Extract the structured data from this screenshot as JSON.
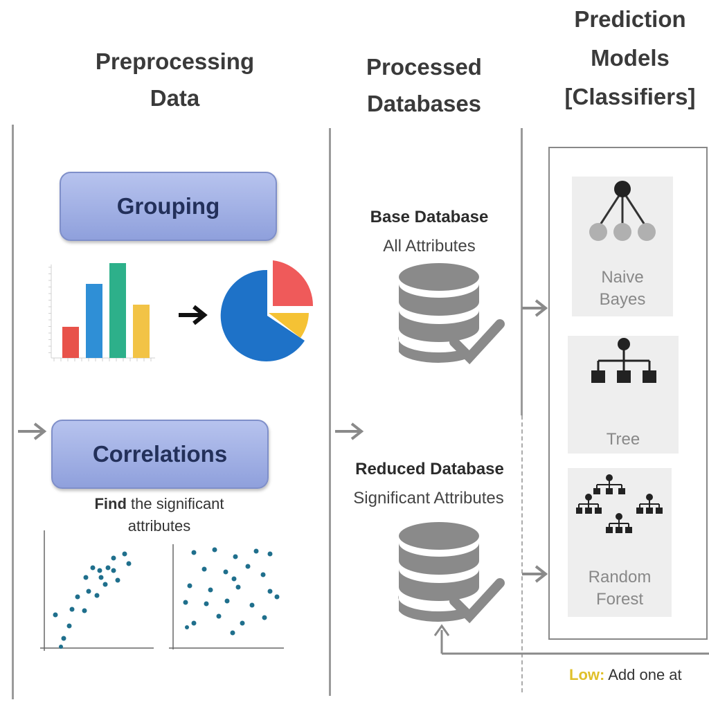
{
  "columns": {
    "preprocessing": "Preprocessing\nData",
    "processed": "Processed\nDatabases",
    "prediction": "Prediction\nModels\n[Classifiers]"
  },
  "preprocessing": {
    "grouping_label": "Grouping",
    "correlations_label": "Correlations",
    "find_bold": "Find",
    "find_rest": " the significant",
    "find_line2": "attributes"
  },
  "databases": {
    "base_title": "Base Database",
    "base_sub": "All Attributes",
    "reduced_title": "Reduced Database",
    "reduced_sub": "Significant Attributes"
  },
  "classifiers": {
    "naive_bayes": "Naive\nBayes",
    "tree": "Tree",
    "random_forest": "Random\nForest"
  },
  "feedback": {
    "low_label": "Low:",
    "low_text": " Add one at"
  },
  "colors": {
    "bar_red": "#e8524a",
    "bar_blue": "#2f8fd6",
    "bar_green": "#2db08a",
    "bar_yellow": "#f2c346",
    "pie_blue": "#1e72c8",
    "pie_red": "#ef5a5a",
    "pie_yellow": "#f5c234",
    "scatter_dot": "#1f6f8c",
    "low_accent": "#e0c02a"
  }
}
